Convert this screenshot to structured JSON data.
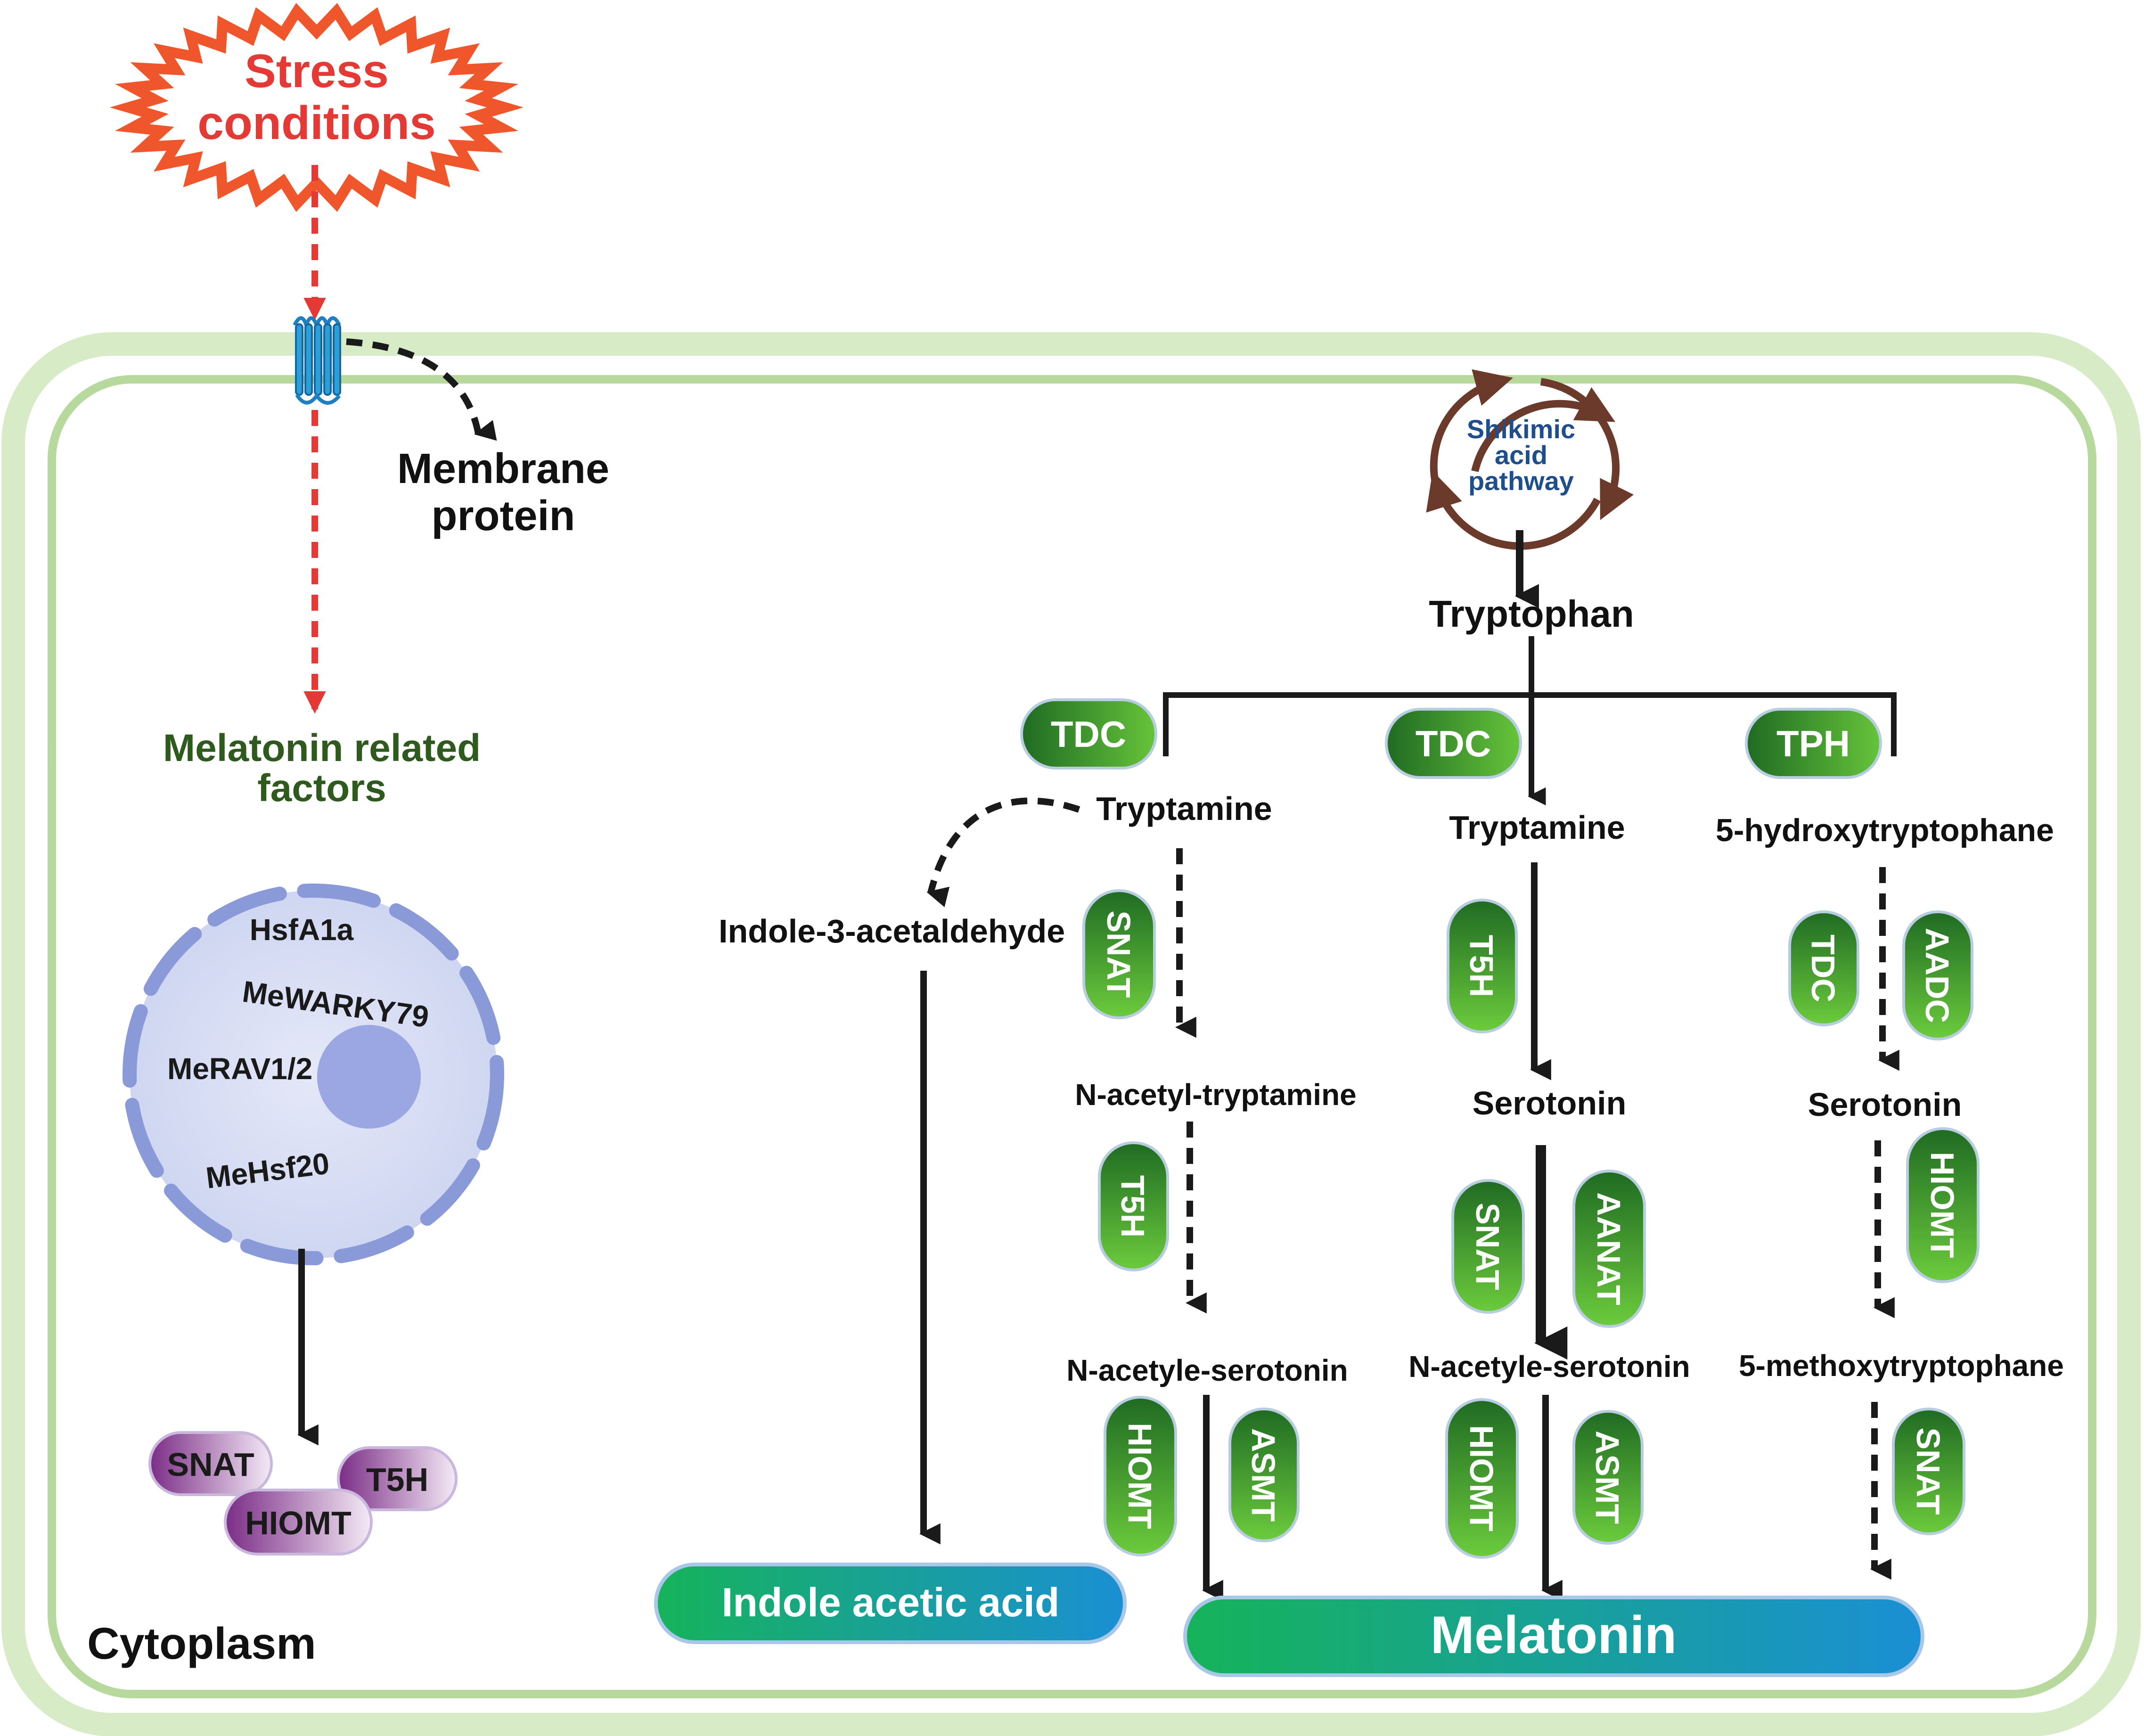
{
  "stress": {
    "line1": "Stress",
    "line2": "conditions"
  },
  "membrane_protein": {
    "line1": "Membrane",
    "line2": "protein"
  },
  "related_factors": {
    "line1": "Melatonin related",
    "line2": "factors"
  },
  "nucleus": {
    "factors": [
      "HsfA1a",
      "MeWARKY79",
      "MeRAV1/2",
      "MeHsf20"
    ]
  },
  "cyto_enzymes": [
    "SNAT",
    "T5H",
    "HIOMT"
  ],
  "cytoplasm_label": "Cytoplasm",
  "shikimic": {
    "line1": "Shikimic",
    "line2": "acid",
    "line3": "pathway"
  },
  "metabolites": {
    "tryptophan": "Tryptophan",
    "tryptamine_left": "Tryptamine",
    "tryptamine_mid": "Tryptamine",
    "hydroxytryptophane": "5-hydroxytryptophane",
    "indole_acetaldehyde": "Indole-3-acetaldehyde",
    "n_acetyl_tryptamine": "N-acetyl-tryptamine",
    "serotonin_mid": "Serotonin",
    "serotonin_right": "Serotonin",
    "n_acetyle_serotonin_left": "N-acetyle-serotonin",
    "n_acetyle_serotonin_mid": "N-acetyle-serotonin",
    "methoxytryptophane": "5-methoxytryptophane"
  },
  "enzymes": {
    "tdc_left": "TDC",
    "tdc_mid": "TDC",
    "tph": "TPH",
    "snat_left": "SNAT",
    "t5h_left": "T5H",
    "hiomt_left": "HIOMT",
    "asmt_left": "ASMT",
    "t5h_mid": "T5H",
    "snat_mid": "SNAT",
    "aanat_mid": "AANAT",
    "hiomt_mid": "HIOMT",
    "asmt_mid": "ASMT",
    "tdc_right": "TDC",
    "aadc_right": "AADC",
    "hiomt_right": "HIOMT",
    "snat_right": "SNAT"
  },
  "products": {
    "iaa": "Indole acetic acid",
    "melatonin": "Melatonin"
  },
  "colors": {
    "stress_red": "#e53935",
    "stress_orange": "#f0562b",
    "cell_wall": "#c9e3b6",
    "enzyme_green": "#2e8b2e",
    "nucleus_fill": "#d6dbf3",
    "nucleus_border": "#8a9ad8",
    "purple": "#8e3c95",
    "product_green": "#1db45c",
    "product_blue": "#1a8fd4",
    "factor_text": "#2f5a1e",
    "shikimic_text": "#1f4e8c",
    "shikimic_ring": "#6b3a2a"
  }
}
